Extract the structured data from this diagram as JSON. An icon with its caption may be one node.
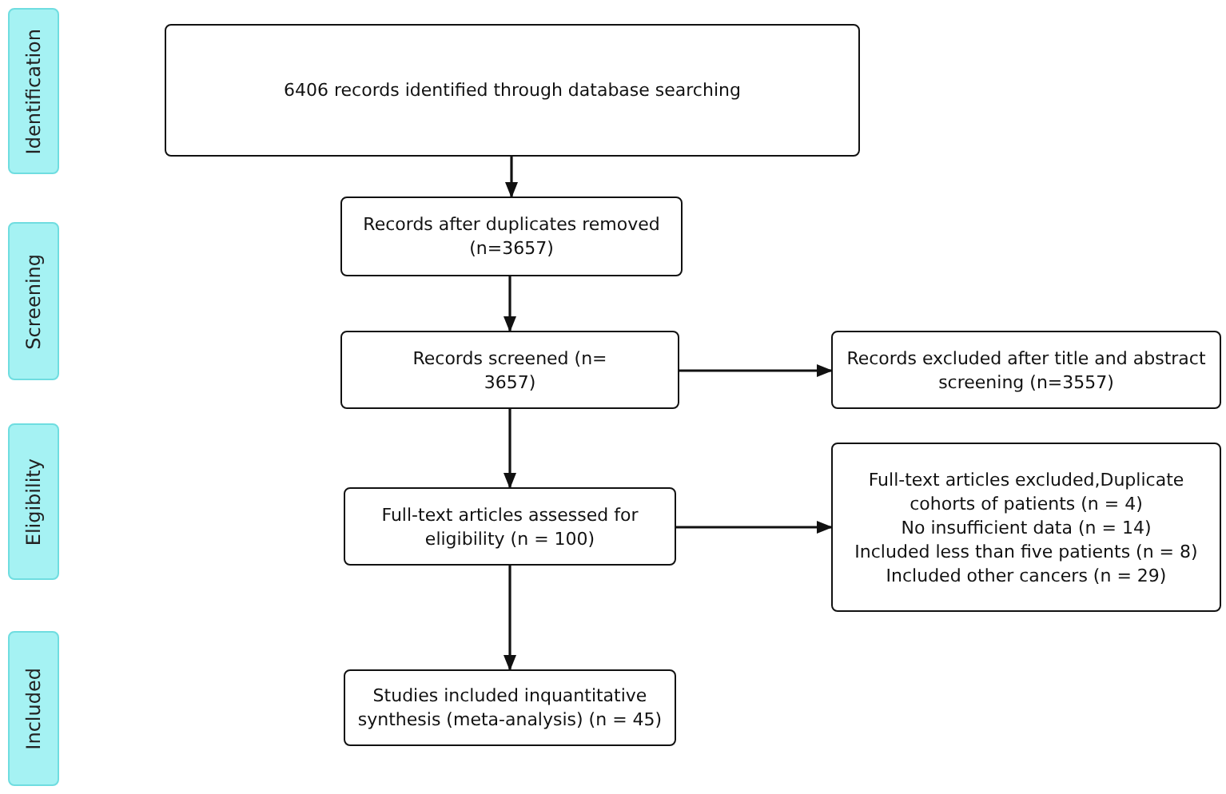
{
  "diagram": {
    "nodes": [
      {
        "text": [
          "Identification"
        ]
      },
      {
        "text": [
          "Screening"
        ]
      },
      {
        "text": [
          "Eligibility"
        ]
      },
      {
        "text": [
          "Included"
        ]
      },
      {
        "text": [
          "6406 records identified through database searching"
        ]
      },
      {
        "text": [
          "Records after duplicates removed (n=3657)"
        ]
      },
      {
        "text": [
          "Records screened (n= 3657)"
        ]
      },
      {
        "text": [
          "Records excluded after title and abstract screening (n=3557)"
        ]
      },
      {
        "text": [
          "Full-text articles assessed for eligibility (n = 100)"
        ]
      },
      {
        "text": [
          "Full-text articles excluded,Duplicate cohorts of patients (n = 4)",
          "No insufficient data (n = 14)",
          "Included less than five patients (n = 8)",
          "Included other cancers (n = 29)"
        ]
      },
      {
        "text": [
          "Studies included inquantitative synthesis (meta-analysis) (n = 45)"
        ]
      }
    ],
    "edges": [
      {
        "from": 4,
        "to": 5,
        "arrow": "to"
      },
      {
        "from": 5,
        "to": 6,
        "arrow": "to"
      },
      {
        "from": 6,
        "to": 7,
        "arrow": "to"
      },
      {
        "from": 6,
        "to": 8,
        "arrow": "to"
      },
      {
        "from": 8,
        "to": 9,
        "arrow": "to"
      },
      {
        "from": 8,
        "to": 10,
        "arrow": "to"
      }
    ]
  }
}
